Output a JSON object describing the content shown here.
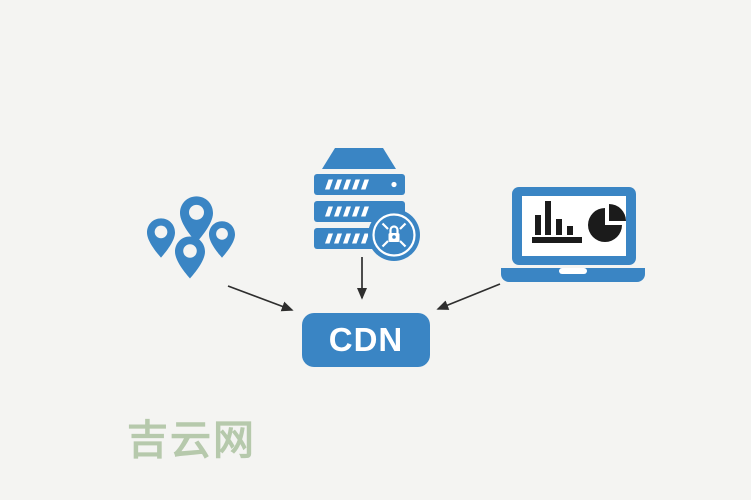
{
  "canvas": {
    "background": "#f4f4f2"
  },
  "colors": {
    "page_bg": "#f4f4f2",
    "accent_blue": "#3a85c4",
    "arrow": "#2e2e2e",
    "chart_ink": "#1b1b1b",
    "watermark_green": "#b6c9ac"
  },
  "diagram": {
    "type": "concept-diagram",
    "center_node": {
      "label": "CDN"
    },
    "source_nodes": [
      {
        "id": "edge-locations",
        "icon": "map-pins-icon",
        "description": "cluster of four location pins"
      },
      {
        "id": "origin-server",
        "icon": "server-security-icon",
        "description": "server rack with lock security badge"
      },
      {
        "id": "user-laptop",
        "icon": "laptop-analytics-icon",
        "description": "laptop screen with bar chart and pie chart"
      }
    ],
    "arrows": [
      {
        "from": "edge-locations",
        "to": "CDN"
      },
      {
        "from": "origin-server",
        "to": "CDN"
      },
      {
        "from": "user-laptop",
        "to": "CDN"
      }
    ]
  },
  "watermark": {
    "text": "吉云网"
  }
}
